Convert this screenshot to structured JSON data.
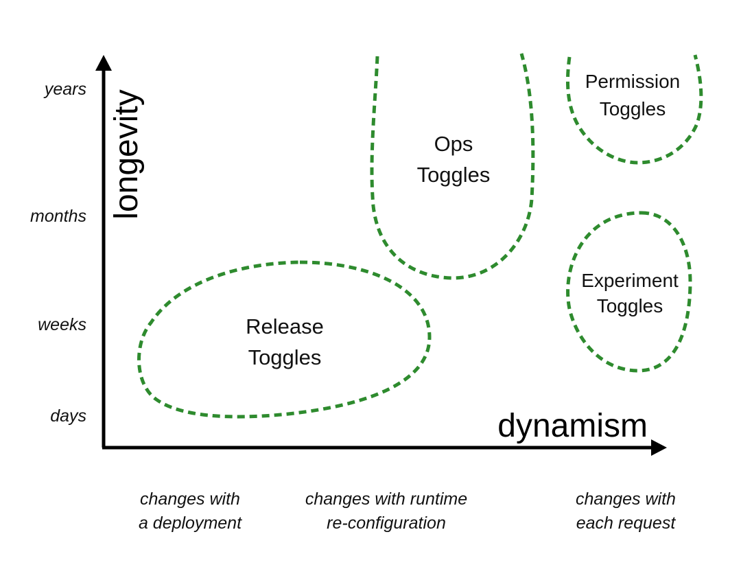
{
  "y_axis": {
    "title": "longevity",
    "ticks": [
      "years",
      "months",
      "weeks",
      "days"
    ]
  },
  "x_axis": {
    "title": "dynamism",
    "categories": [
      {
        "line1": "changes with",
        "line2": "a deployment"
      },
      {
        "line1": "changes with runtime",
        "line2": "re-configuration"
      },
      {
        "line1": "changes with",
        "line2": "each request"
      }
    ]
  },
  "regions": [
    {
      "id": "release",
      "line1": "Release",
      "line2": "Toggles"
    },
    {
      "id": "ops",
      "line1": "Ops",
      "line2": "Toggles"
    },
    {
      "id": "permission",
      "line1": "Permission",
      "line2": "Toggles"
    },
    {
      "id": "experiment",
      "line1": "Experiment",
      "line2": "Toggles"
    }
  ],
  "colors": {
    "region_stroke": "#2e8b2e",
    "axis": "#000000"
  }
}
